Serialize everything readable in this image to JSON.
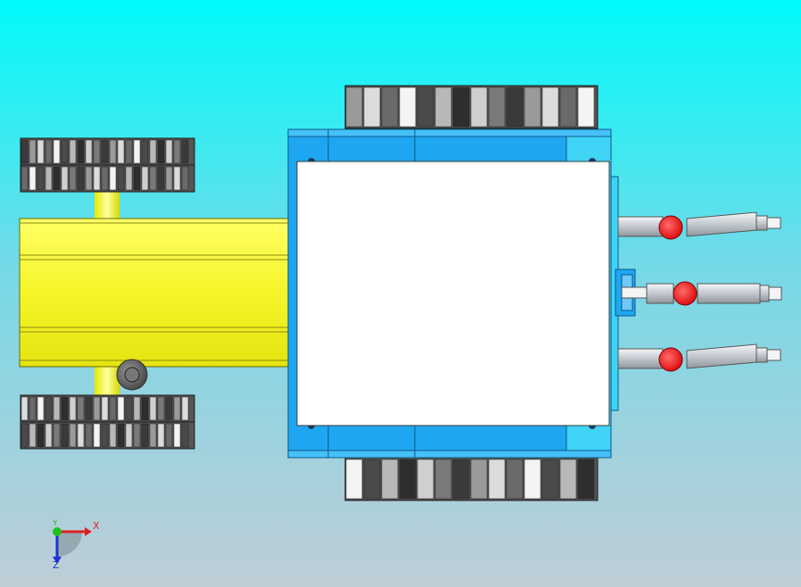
{
  "viewport": {
    "background_top": "#00FBFB",
    "background_bottom": "#BFCDD6"
  },
  "model": {
    "colors": {
      "yellow_body": "#FAFA33",
      "blue_body": "#1EA7F0",
      "light_blue": "#3FD3F5",
      "white_panel": "#FFFFFF",
      "tread_dark": "#3A3A3A",
      "tread_light": "#EDEDED",
      "nozzle_red": "#F02020",
      "metal": "#C8CFD6"
    }
  },
  "triad": {
    "x_label": "X",
    "y_label": "Y",
    "z_label": "Z",
    "x_color": "#E02020",
    "y_color": "#20C020",
    "z_color": "#2030D0"
  }
}
